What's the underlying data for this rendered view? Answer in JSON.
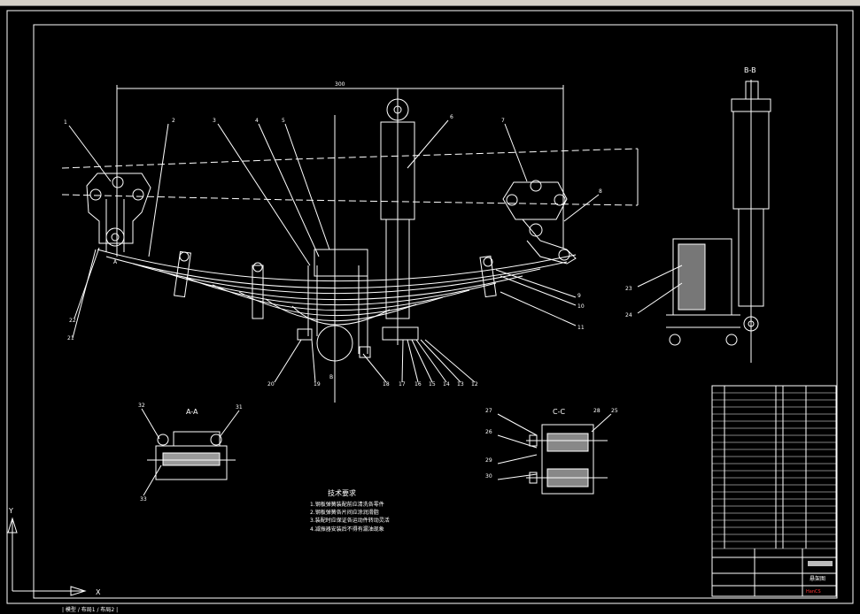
{
  "window": {
    "status_text": "| 模型 / 布局1 / 布局2 |"
  },
  "drawing": {
    "dimension_top": "300",
    "section_a": "A-A",
    "section_b": "B-B",
    "section_c": "C-C",
    "view_marker_a": "A",
    "view_marker_b": "B",
    "ucs_x": "X",
    "ucs_y": "Y"
  },
  "callouts": [
    "1",
    "2",
    "3",
    "4",
    "5",
    "6",
    "7",
    "8",
    "9",
    "10",
    "11",
    "12",
    "13",
    "14",
    "15",
    "16",
    "17",
    "18",
    "19",
    "20",
    "21",
    "22",
    "23",
    "24",
    "25",
    "26",
    "27",
    "28",
    "29",
    "30",
    "31",
    "32",
    "33"
  ],
  "tech_req": {
    "title": "技术要求",
    "lines": [
      "1.钢板弹簧装配前应清洗各零件",
      "2.钢板弹簧各片间应涂润滑脂",
      "3.装配时应保证各运动件转动灵活",
      "4.减振器安装后不得有漏油现象"
    ]
  },
  "title_block": {
    "name": "悬架图",
    "company": "HanCS"
  }
}
